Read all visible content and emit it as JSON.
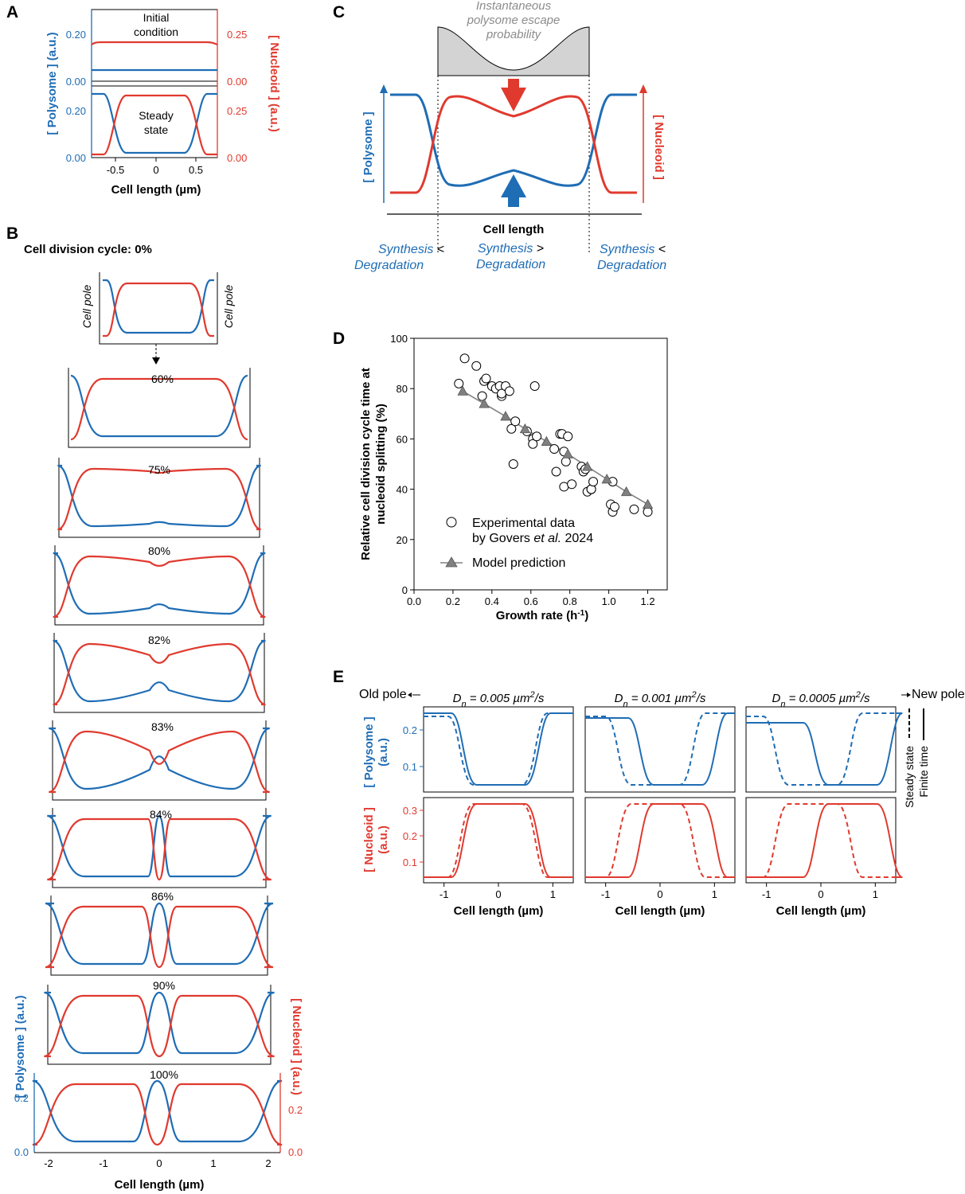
{
  "panels": [
    "A",
    "B",
    "C",
    "D",
    "E"
  ],
  "colors": {
    "polysome": "#1f6db5",
    "nucleoid": "#e03a2f",
    "model": "#808080",
    "escape_fill": "#d3d3d3"
  },
  "A": {
    "top_label": [
      "Initial",
      "condition"
    ],
    "bottom_label": [
      "Steady",
      "state"
    ],
    "left_ylabel": "[ Polysome ] (a.u.)",
    "right_ylabel": "[ Nucleoid ] (a.u.)",
    "left_ticks_top": [
      "0.20",
      "0.00"
    ],
    "right_ticks_top": [
      "0.25",
      "0.00"
    ],
    "left_ticks_bottom": [
      "0.20",
      "0.00"
    ],
    "right_ticks_bottom": [
      "0.25",
      "0.00"
    ],
    "x_ticks": [
      "-0.5",
      "0",
      "0.5"
    ],
    "xlabel": "Cell length (µm)"
  },
  "B": {
    "title": "Cell division cycle: 0%",
    "pole_left": "Cell pole",
    "pole_right": "Cell pole",
    "stages": [
      "60%",
      "75%",
      "80%",
      "82%",
      "83%",
      "84%",
      "86%",
      "90%",
      "100%"
    ],
    "left_ylabel": "[ Polysome ] (a.u.)",
    "right_ylabel": "[ Nucleoid ] (a.u.)",
    "left_ticks": [
      "0.2",
      "0.0"
    ],
    "right_ticks": [
      "0.2",
      "0.0"
    ],
    "x_ticks": [
      "-2",
      "-1",
      "0",
      "1",
      "2"
    ],
    "xlabel": "Cell length (µm)"
  },
  "C": {
    "escape_label": [
      "Instantaneous",
      "polysome escape",
      "probability"
    ],
    "left_label": "[ Polysome ]",
    "right_label": "[ Nucleoid ]",
    "xlabel": "Cell length",
    "region_left": [
      "Synthesis",
      " <",
      "Degradation"
    ],
    "region_mid": [
      "Synthesis",
      " >",
      "Degradation"
    ],
    "region_right": [
      "Synthesis",
      " <",
      "Degradation"
    ]
  },
  "E": {
    "old_pole": "Old pole",
    "new_pole": "New pole",
    "titles": [
      {
        "base": "D",
        "sub": "n",
        "rest": " = 0.005 µm",
        "sup": "2",
        "unit": "/s"
      },
      {
        "base": "D",
        "sub": "n",
        "rest": " = 0.001 µm",
        "sup": "2",
        "unit": "/s"
      },
      {
        "base": "D",
        "sub": "n",
        "rest": " = 0.0005 µm",
        "sup": "2",
        "unit": "/s"
      }
    ],
    "poly_ylabel": [
      "[ Polysome ]",
      "(a.u.)"
    ],
    "nuc_ylabel": [
      "[ Nucleoid ]",
      "(a.u.)"
    ],
    "poly_ticks": [
      "0.2",
      "0.1"
    ],
    "nuc_ticks": [
      "0.3",
      "0.2",
      "0.1"
    ],
    "x_ticks": [
      "-1",
      "0",
      "1"
    ],
    "xlabel": "Cell length (µm)",
    "legend_dashed": "Steady state",
    "legend_solid": "Finite time"
  },
  "chart_data": {
    "type": "scatter",
    "xlabel": "Growth rate (h⁻¹)",
    "ylabel": "Relative cell division cycle time at nucleoid splitting (%)",
    "xlim": [
      0.0,
      1.3
    ],
    "ylim": [
      0,
      100
    ],
    "x_ticks": [
      "0.0",
      "0.2",
      "0.4",
      "0.6",
      "0.8",
      "1.0",
      "1.2"
    ],
    "y_ticks": [
      "0",
      "20",
      "40",
      "60",
      "80",
      "100"
    ],
    "legend": [
      "Experimental data by Govers et al. 2024",
      "Model prediction"
    ],
    "series": [
      {
        "name": "Experimental data by Govers et al. 2024",
        "marker": "open-circle",
        "x": [
          0.23,
          0.26,
          0.32,
          0.35,
          0.36,
          0.37,
          0.4,
          0.42,
          0.44,
          0.45,
          0.45,
          0.47,
          0.49,
          0.5,
          0.51,
          0.52,
          0.58,
          0.61,
          0.61,
          0.62,
          0.63,
          0.72,
          0.73,
          0.75,
          0.76,
          0.77,
          0.77,
          0.78,
          0.79,
          0.81,
          0.86,
          0.87,
          0.88,
          0.89,
          0.91,
          0.91,
          0.92,
          1.01,
          1.02,
          1.02,
          1.03,
          1.13,
          1.2
        ],
        "y": [
          82,
          92,
          89,
          77,
          83,
          84,
          81,
          80,
          81,
          77,
          78,
          81,
          79,
          64,
          50,
          67,
          63,
          60,
          58,
          81,
          61,
          56,
          47,
          62,
          62,
          41,
          55,
          51,
          61,
          42,
          49,
          47,
          48,
          39,
          40,
          40,
          43,
          34,
          31,
          43,
          33,
          32,
          31
        ]
      },
      {
        "name": "Model prediction",
        "marker": "filled-triangle",
        "x": [
          0.25,
          0.36,
          0.47,
          0.57,
          0.68,
          0.79,
          0.89,
          0.99,
          1.09,
          1.2
        ],
        "y": [
          79,
          74,
          69,
          64,
          59,
          54,
          49,
          44,
          39,
          34
        ]
      }
    ]
  }
}
